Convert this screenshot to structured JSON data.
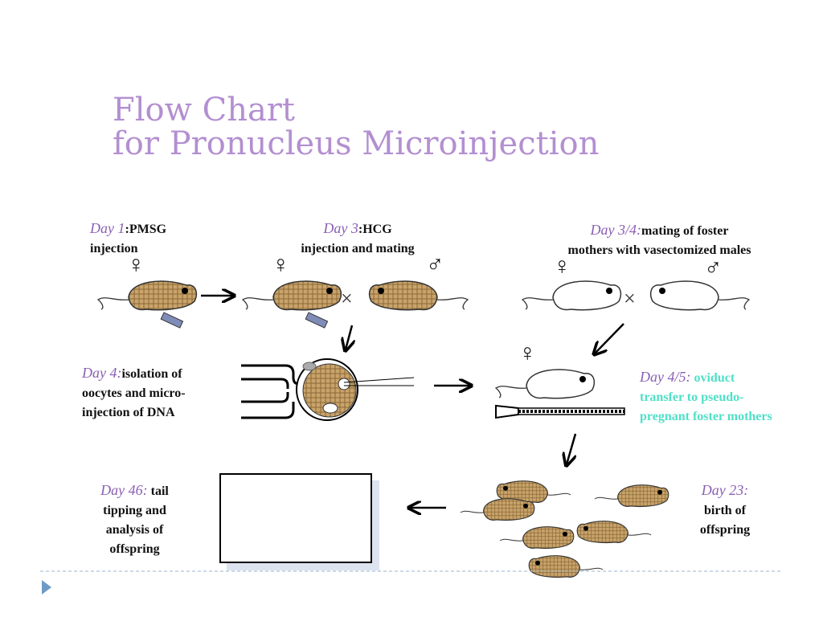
{
  "title": {
    "line1": "Flow Chart",
    "line2": "for Pronucleus Microinjection"
  },
  "steps": {
    "day1": {
      "day": "Day 1",
      "text1": ":PMSG",
      "text2": "injection"
    },
    "day3": {
      "day": "Day 3",
      "text1": ":HCG",
      "text2": "injection and mating"
    },
    "day34": {
      "day": "Day 3/4:",
      "text1": "mating of foster",
      "text2": "mothers with vasectomized males"
    },
    "day4": {
      "day": "Day 4:",
      "text1": "isolation of",
      "text2": "oocytes and micro-",
      "text3": "injection of DNA"
    },
    "day45": {
      "day": "Day 4/5:",
      "text1": "oviduct",
      "text2": "transfer to pseudo-",
      "text3": "pregnant foster mothers"
    },
    "day23": {
      "day": "Day 23:",
      "text1": "birth of",
      "text2": "offspring"
    },
    "day46": {
      "day": "Day 46:",
      "text1": "tail",
      "text2": "tipping and",
      "text3": "analysis of",
      "text4": "offspring"
    }
  },
  "symbols": {
    "female": "♀",
    "male": "♂",
    "cross": "×"
  },
  "gel": {
    "row1": "—   —   —   —",
    "row2": "—     —"
  },
  "colors": {
    "title": "#b38fd1",
    "day_label": "#8a5fb3",
    "transfer_text": "#4fe0c8",
    "mouse_fill": "#c9a36a",
    "syringe": "#7f8cb8"
  }
}
